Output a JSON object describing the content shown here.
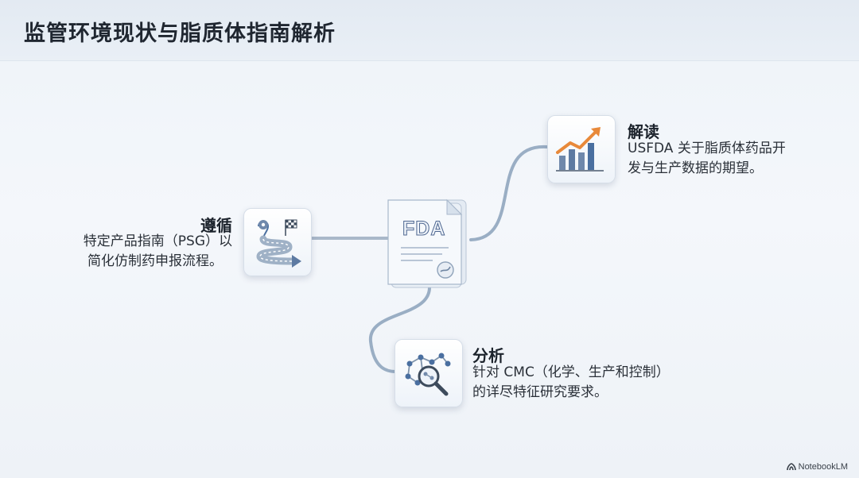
{
  "header": {
    "title": "监管环境现状与脂质体指南解析"
  },
  "center": {
    "badge_text": "FDA",
    "icon": "fda-document-icon"
  },
  "nodes": {
    "follow": {
      "title": "遵循",
      "desc_line1": "特定产品指南（PSG）以",
      "desc_line2": "简化仿制药申报流程。",
      "icon": "route-map-icon"
    },
    "interpret": {
      "title": "解读",
      "desc_line1": "USFDA 关于脂质体药品开",
      "desc_line2": "发与生产数据的期望。",
      "icon": "growth-chart-icon"
    },
    "analyze": {
      "title": "分析",
      "desc_line1": "针对 CMC（化学、生产和控制）",
      "desc_line2": "的详尽特征研究要求。",
      "icon": "molecule-magnifier-icon"
    }
  },
  "brand": {
    "text": "NotebookLM"
  },
  "colors": {
    "connector": "#9fb1c6",
    "accent_orange": "#e8893a",
    "accent_blue": "#4a6fa0"
  }
}
